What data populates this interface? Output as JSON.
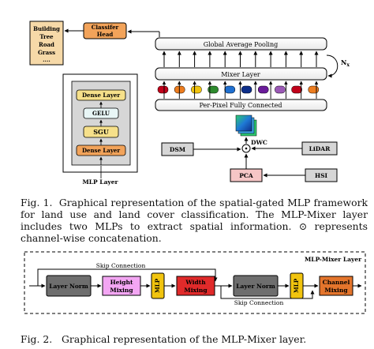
{
  "fig1": {
    "output_classes": [
      "Building",
      "Tree",
      "Road",
      "Grass",
      "...."
    ],
    "classifier_head": [
      "Classifer",
      "Head"
    ],
    "mlp_block": {
      "dense_layer_top": "Dense Layer",
      "gelu": "GELU",
      "sgu": "SGU",
      "dense_layer_bottom": "Dense Layer",
      "title": "MLP Layer"
    },
    "global_average_pooling": "Global Average Pooling",
    "nx": "N",
    "nx_sub": "x",
    "mixer_layer": "Mixer Layer",
    "per_pixel_fc": "Per-Pixel Fully Connected",
    "token_colors": [
      "#c0021a",
      "#ed7d1f",
      "#f1c40f",
      "#2e8b2e",
      "#1f6fd0",
      "#0e2f8a",
      "#6a1b9a",
      "#9b59b6"
    ],
    "dwc": "DWC",
    "dsm": "DSM",
    "lidar": "LiDAR",
    "pca": "PCA",
    "hsi": "HSI",
    "caption": {
      "label": "Fig. 1.",
      "text": "Graphical representation of the spatial-gated MLP framework for land use and land cover classification. The MLP-Mixer layer includes two MLPs to extract spatial information. ⊙ represents channel-wise concatenation."
    }
  },
  "fig2": {
    "title": "MLP-Mixer Layer",
    "skip_connection_top": "Skip Connection",
    "skip_connection_bottom": "Skip Connection",
    "layer_norm_1": "Layer Norm",
    "height_mixing": [
      "Height",
      "Mixing"
    ],
    "mlp_1": "MLP",
    "width_mixing": [
      "Width",
      "Mixing"
    ],
    "layer_norm_2": "Layer Norm",
    "mlp_2": "MLP",
    "channel_mixing": [
      "Channel",
      "Mixing"
    ],
    "caption": {
      "label": "Fig. 2.",
      "text": "Graphical representation of the MLP-Mixer layer."
    }
  }
}
